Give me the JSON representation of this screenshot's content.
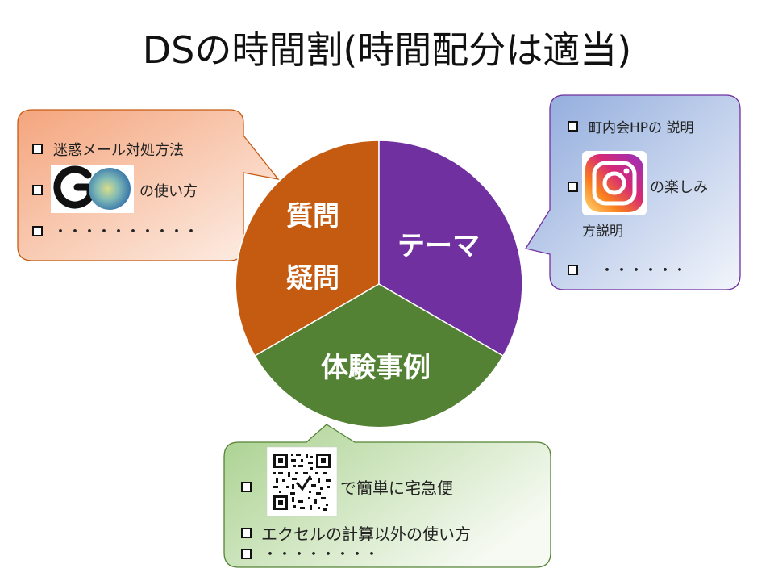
{
  "title": "DSの時間割(時間配分は適当)",
  "pie": {
    "segments": [
      {
        "lines": [
          "質問",
          "疑問"
        ],
        "color": "#c55a11"
      },
      {
        "lines": [
          "テーマ"
        ],
        "color": "#7030a0"
      },
      {
        "lines": [
          "体験事例"
        ],
        "color": "#548235"
      }
    ]
  },
  "left_bubble": {
    "items": [
      "迷惑メール対処方法",
      "の使い方",
      "・・・・・・・・・・"
    ],
    "logo_icon": "go-logo-icon"
  },
  "right_bubble": {
    "items": [
      "町内会HPの 説明",
      "の楽しみ",
      "方説明",
      "・・・・・・"
    ],
    "logo_icon": "instagram-icon"
  },
  "bottom_bubble": {
    "items": [
      "で簡単に宅急便",
      "エクセルの計算以外の使い方",
      "・・・・・・・・"
    ],
    "logo_icon": "qr-code-icon"
  },
  "colors": {
    "orange": "#c55a11",
    "purple": "#7030a0",
    "green": "#548235"
  }
}
